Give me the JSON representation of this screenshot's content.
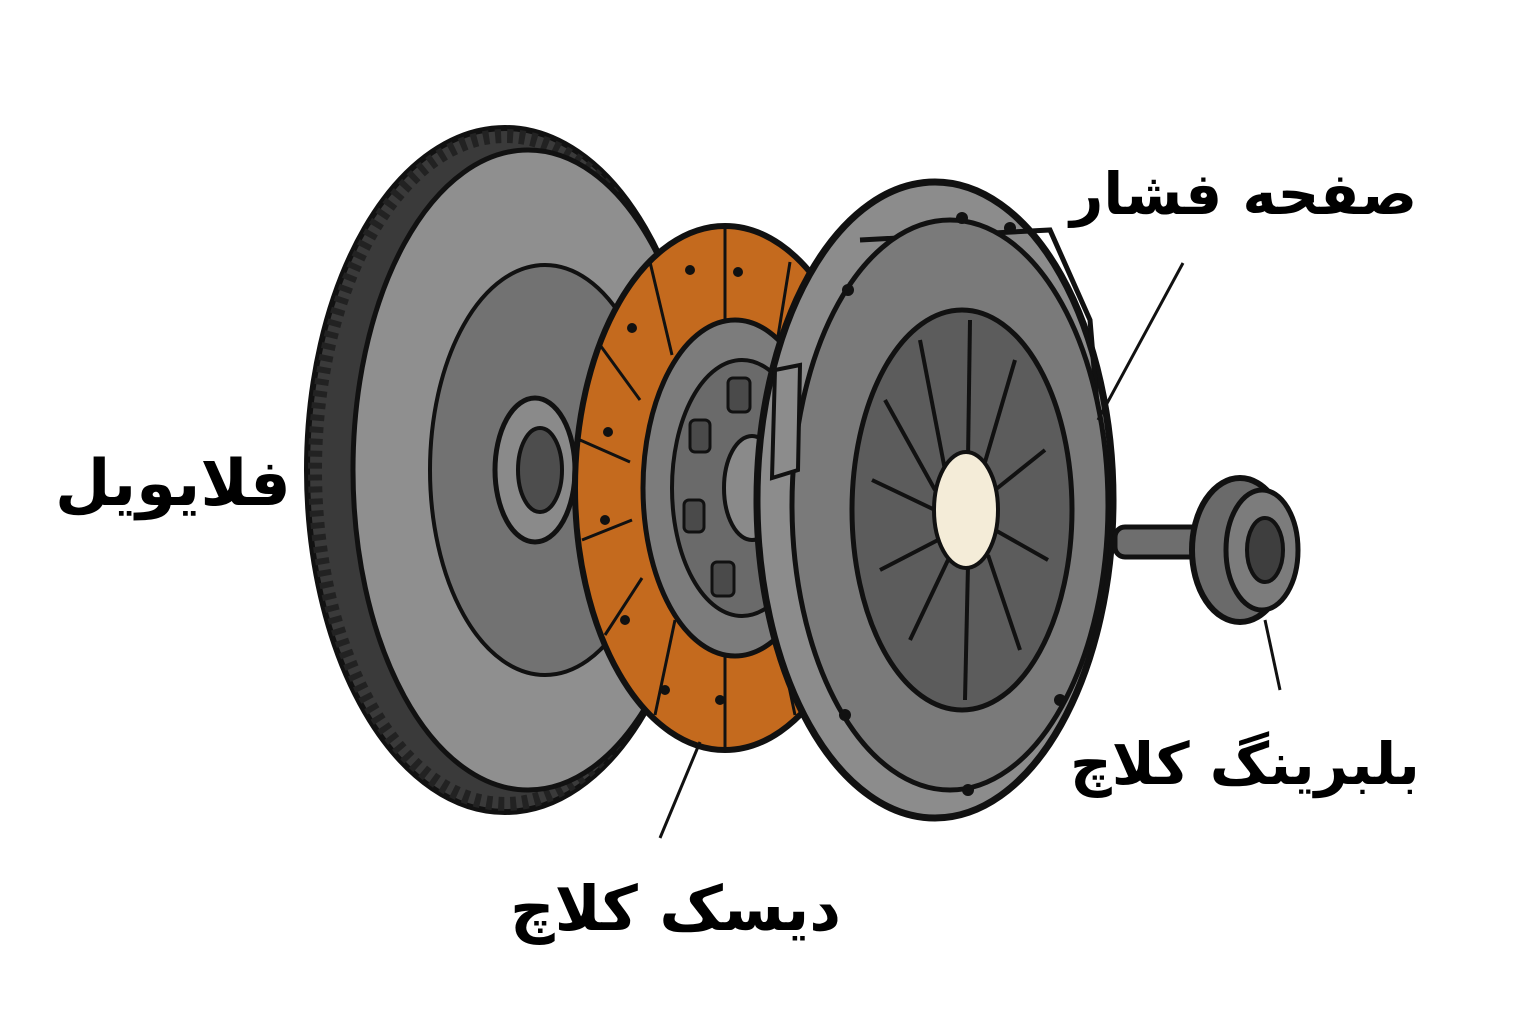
{
  "labels": {
    "pressure_plate": "صفحه فشار",
    "flywheel": "فلایویل",
    "clutch_bearing": "بلبرینگ کلاچ",
    "clutch_disc": "دیسک کلاچ"
  },
  "colors": {
    "outline": "#1a1a1a",
    "metal_light": "#8c8c8c",
    "metal_mid": "#6f6f6f",
    "metal_dark": "#4a4a4a",
    "friction": "#c46a1e",
    "hub_highlight": "#f4ecd8"
  },
  "icons": {
    "flywheel": "flywheel-part",
    "clutch_disc": "clutch-disc-part",
    "pressure_plate": "pressure-plate-part",
    "clutch_bearing": "release-bearing-part"
  }
}
